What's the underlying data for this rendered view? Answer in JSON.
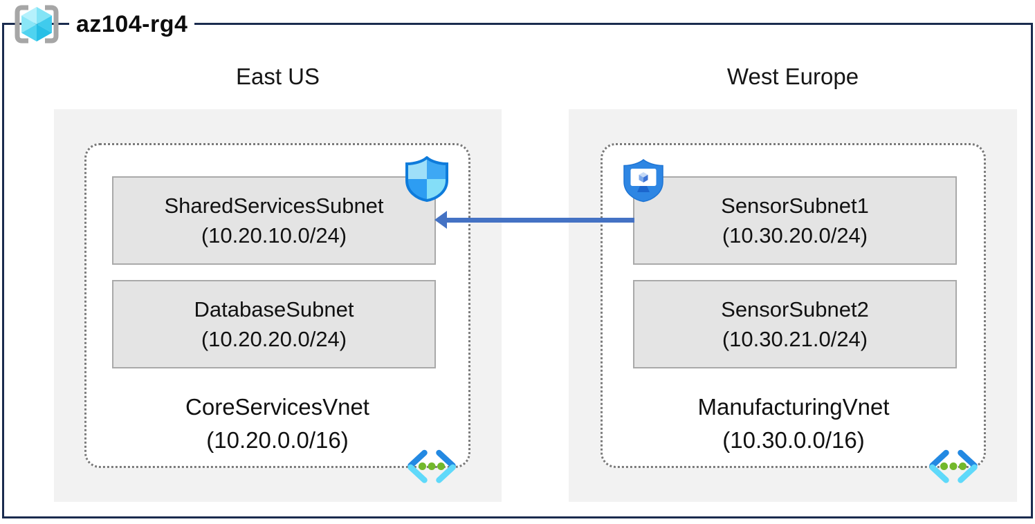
{
  "resource_group": {
    "name": "az104-rg4"
  },
  "regions": [
    {
      "name": "East US",
      "vnet": {
        "name": "CoreServicesVnet",
        "cidr": "(10.20.0.0/16)",
        "subnets": [
          {
            "name": "SharedServicesSubnet",
            "cidr": "(10.20.10.0/24)"
          },
          {
            "name": "DatabaseSubnet",
            "cidr": "(10.20.20.0/24)"
          }
        ]
      }
    },
    {
      "name": "West Europe",
      "vnet": {
        "name": "ManufacturingVnet",
        "cidr": "(10.30.0.0/16)",
        "subnets": [
          {
            "name": "SensorSubnet1",
            "cidr": "(10.30.20.0/24)"
          },
          {
            "name": "SensorSubnet2",
            "cidr": "(10.30.21.0/24)"
          }
        ]
      }
    }
  ],
  "connections": [
    {
      "from": "SensorSubnet1",
      "to": "SharedServicesSubnet",
      "direction": "right-to-left",
      "color": "#4472c4"
    }
  ],
  "icons": {
    "resource_group": "resource-group-icon",
    "network_security": "security-shield-icon",
    "application_security": "application-security-group-icon",
    "virtual_network": "virtual-network-icon"
  },
  "colors": {
    "border_navy": "#1a2b4e",
    "region_fill": "#f2f2f2",
    "subnet_fill": "#e4e4e4",
    "subnet_border": "#a9a9a9",
    "dotted_border": "#7a7a7a",
    "arrow_blue": "#4472c4",
    "shield_blue": "#2e86e3",
    "vnet_bracket_blue": "#2389e2",
    "vnet_bracket_cyan": "#5fd9fa",
    "vnet_dot_green": "#72b82c",
    "cube_cyan": "#4fd3f0",
    "bracket_gray": "#a6a6a6"
  }
}
